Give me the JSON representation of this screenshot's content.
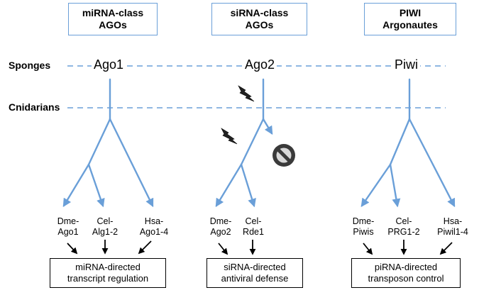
{
  "headers": [
    {
      "line1": "miRNA-class",
      "line2": "AGOs"
    },
    {
      "line1": "siRNA-class",
      "line2": "AGOs"
    },
    {
      "line1": "PIWI",
      "line2": "Argonautes"
    }
  ],
  "levels": {
    "sponges": "Sponges",
    "cnidarians": "Cnidarians"
  },
  "agos": [
    "Ago1",
    "Ago2",
    "Piwi"
  ],
  "leaves": [
    {
      "line1": "Dme-",
      "line2": "Ago1"
    },
    {
      "line1": "Cel-",
      "line2": "Alg1-2"
    },
    {
      "line1": "Hsa-",
      "line2": "Ago1-4"
    },
    {
      "line1": "Dme-",
      "line2": "Ago2"
    },
    {
      "line1": "Cel-",
      "line2": "Rde1"
    },
    {
      "line1": "Dme-",
      "line2": "Piwis"
    },
    {
      "line1": "Cel-",
      "line2": "PRG1-2"
    },
    {
      "line1": "Hsa-",
      "line2": "Piwil1-4"
    }
  ],
  "functions": [
    {
      "line1": "miRNA-directed",
      "line2": "transcript regulation"
    },
    {
      "line1": "siRNA-directed",
      "line2": "antiviral defense"
    },
    {
      "line1": "piRNA-directed",
      "line2": "transposon control"
    }
  ],
  "colors": {
    "tree": "#6a9fd8",
    "header_border": "#6a9fd8",
    "dashed": "#6a9fd8"
  },
  "icons": [
    "lightning-bolt-icon",
    "lightning-bolt-icon",
    "prohibited-icon"
  ]
}
